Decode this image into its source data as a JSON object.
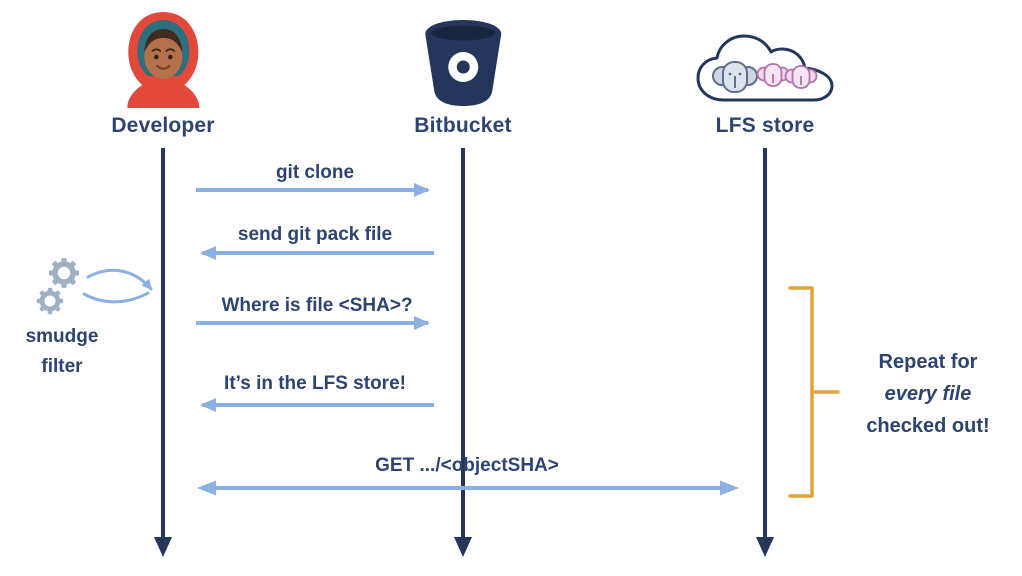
{
  "actors": [
    {
      "label": "Developer",
      "icon": "developer-avatar"
    },
    {
      "label": "Bitbucket",
      "icon": "bitbucket-bucket"
    },
    {
      "label": "LFS store",
      "icon": "cloud-with-elephants"
    }
  ],
  "messages": [
    {
      "label": "git clone",
      "from": "Developer",
      "to": "Bitbucket"
    },
    {
      "label": "send git pack file",
      "from": "Bitbucket",
      "to": "Developer"
    },
    {
      "label": "Where is file <SHA>?",
      "from": "Developer",
      "to": "Bitbucket"
    },
    {
      "label": "It’s in the LFS store!",
      "from": "Bitbucket",
      "to": "Developer"
    },
    {
      "label": "GET .../<objectSHA>",
      "from": "Developer",
      "to": "LFS store",
      "bidirectional": true
    }
  ],
  "smudge_filter": {
    "line1": "smudge",
    "line2": "filter",
    "icon": "gears"
  },
  "repeat_note": {
    "line1": "Repeat for",
    "line2": "every file",
    "line3": "checked out!",
    "line2_style": "italic"
  },
  "colors": {
    "lifeline": "#24365c",
    "arrow": "#8cb0e2",
    "text": "#2e4470",
    "bracket": "#e2a33d",
    "background": "#ffffff"
  }
}
